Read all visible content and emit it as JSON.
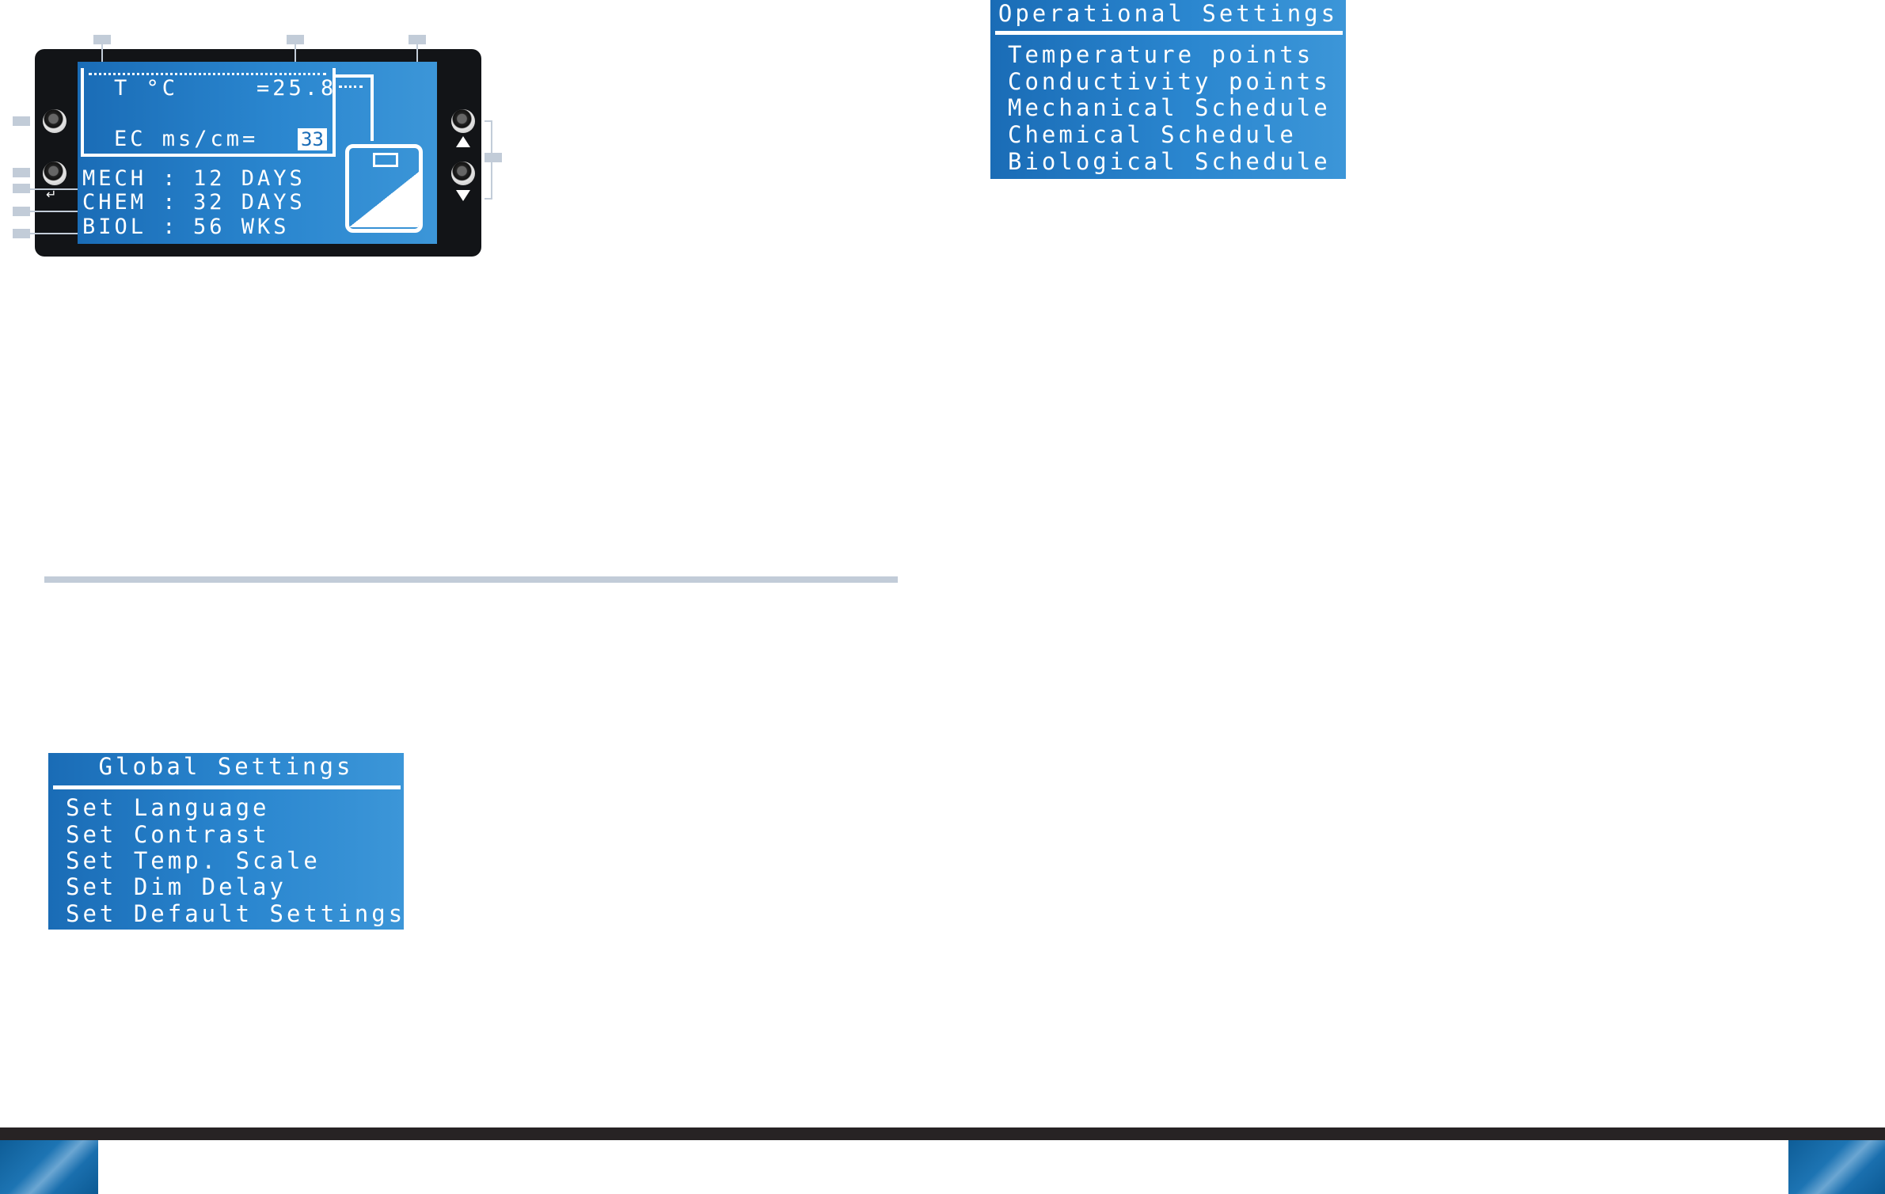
{
  "device_display": {
    "temperature_label": "T °C",
    "temperature_value": "=25.8",
    "conductivity_label": "EC ms/cm=",
    "conductivity_value": "33",
    "schedule_rows": [
      {
        "label": "MECH :",
        "value": "12 DAYS"
      },
      {
        "label": "CHEM :",
        "value": "32 DAYS"
      },
      {
        "label": "BIOL :",
        "value": "56 WKS"
      }
    ],
    "enter_symbol": "↵"
  },
  "global_settings_menu": {
    "title": "Global Settings",
    "items": [
      "Set Language",
      "Set Contrast",
      "Set Temp. Scale",
      "Set Dim Delay",
      "Set Default Settings"
    ]
  },
  "operational_settings_menu": {
    "title": "Operational Settings",
    "items": [
      "Temperature points",
      "Conductivity points",
      "Mechanical Schedule",
      "Chemical Schedule",
      "Biological Schedule"
    ]
  },
  "colors": {
    "lcd_blue": "#1a6cb6",
    "device_body": "#121417",
    "callout_gray": "#c2ccd8",
    "footer_dark": "#272324"
  }
}
